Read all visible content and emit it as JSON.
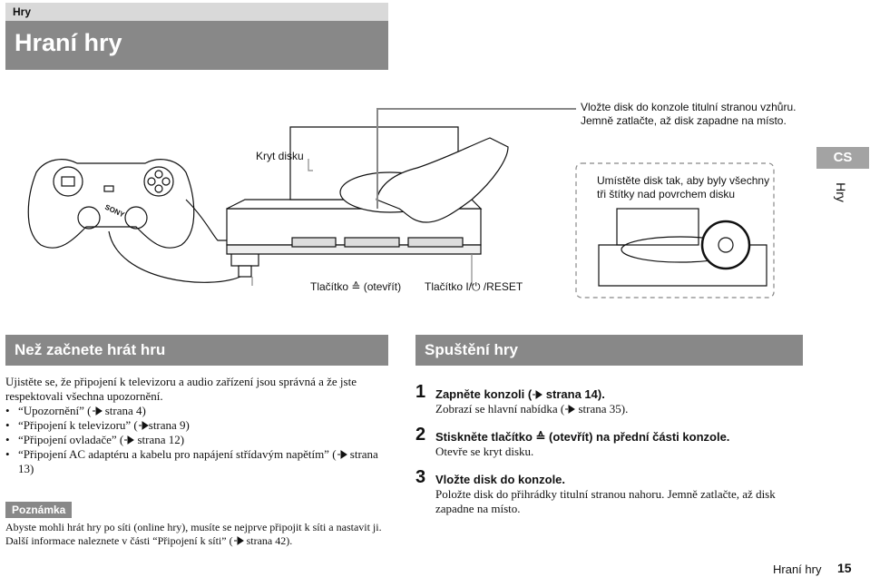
{
  "header": {
    "section_tab": "Hry",
    "title": "Hraní hry"
  },
  "illustration": {
    "callout_insert": "Vložte disk do konzole titulní stranou vzhůru.\nJemně zatlačte, až disk zapadne na místo.",
    "callout_cover": "Kryt disku",
    "callout_labels": "Umístěte disk tak, aby byly všechny\ntři štítky nad povrchem disku",
    "open_button_label": "Tlačítko ≙ (otevřít)",
    "power_button_label": "Tlačítko I/⏻ /RESET",
    "controller_brand": "SONY"
  },
  "side_tab": {
    "lang": "CS",
    "vertical_label": "Hry"
  },
  "left_section": {
    "heading": "Než začnete hrát hru",
    "intro": "Ujistěte se, že připojení k televizoru a audio zařízení jsou správná a že jste respektovali všechna upozornění.",
    "bullets": [
      {
        "text": "“Upozornění” (",
        "ref": "strana 4)"
      },
      {
        "text": "“Připojení k televizoru” (",
        "ref": "strana 9)"
      },
      {
        "text": "“Připojení ovladače” (",
        "ref": "strana 12)"
      },
      {
        "text": "“Připojení AC adaptéru a kabelu pro napájení střídavým napětím” (",
        "ref": "strana 13)"
      }
    ],
    "note_label": "Poznámka",
    "note_text_a": "Abyste mohli hrát hry po síti (online hry), musíte se nejprve připojit k síti a nastavit ji. Další informace naleznete v části “Připojení k síti” (",
    "note_text_b": "strana 42)."
  },
  "right_section": {
    "heading": "Spuštění hry",
    "steps": [
      {
        "num": "1",
        "head_a": "Zapněte konzoli (",
        "head_b": "strana 14).",
        "body_a": "Zobrazí se hlavní nabídka (",
        "body_b": "strana 35)."
      },
      {
        "num": "2",
        "head_a": "Stiskněte tlačítko ≙ (otevřít) na přední části konzole.",
        "body_a": "Otevře se kryt disku."
      },
      {
        "num": "3",
        "head_a": "Vložte disk do konzole.",
        "body_a": "Položte disk do přihrádky titulní stranou nahoru. Jemně zatlačte, až disk zapadne na místo."
      }
    ]
  },
  "footer": {
    "label": "Hraní hry",
    "page": "15"
  },
  "colors": {
    "bar": "#888888",
    "tab": "#a3a3a3",
    "header_strip": "#d9d9d9"
  }
}
